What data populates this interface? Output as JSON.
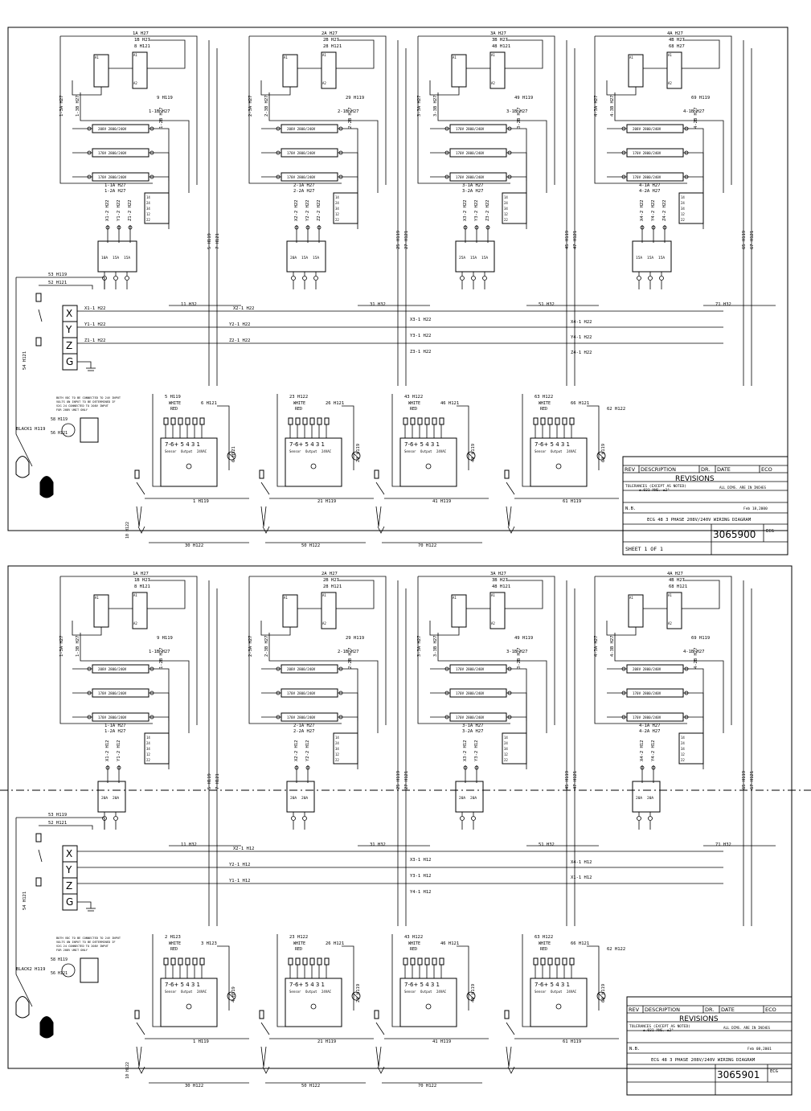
{
  "diagrams": [
    {
      "labels": {
        "ecg_number": "3065900",
        "sheet": "SHEET 1 OF 1",
        "title_line": "ECG 48 3 PHASE 208V/240V WIRING DIAGRAM",
        "date": "Feb 18,2000"
      },
      "fan_blocks": [
        {
          "top": [
            "1A H27",
            "1B H27",
            "8 H121"
          ],
          "mid": [
            "9 H119",
            "1-1B H27",
            "1-2B H27",
            "1-3A H27",
            "1-3B H27"
          ],
          "heaters": [
            "208V 2800/240V",
            "170V 2800/240V",
            "170V 2800/240V"
          ],
          "bottom": [
            "1-1A H27",
            "1-2A H27"
          ],
          "terms": [
            "X1-2 H22",
            "Y1-2 H22",
            "Z1-2 H22"
          ],
          "fuses": [
            "10A",
            "15A",
            "15A"
          ],
          "risers": [
            "5 H119",
            "7 H121"
          ]
        },
        {
          "top": [
            "2A H27",
            "2B H27",
            "28 H121"
          ],
          "mid": [
            "29 H119",
            "2-1B H27",
            "2-2B H27",
            "2-3A H27",
            "2-3B H27"
          ],
          "heaters": [
            "208V 2800/240V",
            "170V 2800/240V",
            "170V 2800/240V"
          ],
          "bottom": [
            "2-1A H27",
            "2-2A H27"
          ],
          "terms": [
            "X2-2 H22",
            "Y2-2 H22",
            "Z2-2 H22"
          ],
          "fuses": [
            "20A",
            "15A",
            "15A"
          ],
          "risers": [
            "25 H119",
            "27 H121"
          ]
        },
        {
          "top": [
            "3A H27",
            "3B H27",
            "48 H121"
          ],
          "mid": [
            "49 H119",
            "3-1B H27",
            "3-2B H27",
            "3-3A H27",
            "3-3B H27"
          ],
          "heaters": [
            "170V 2800/240V",
            "170V 2800/240V",
            "170V 2800/240V"
          ],
          "bottom": [
            "3-1A H27",
            "3-2A H27"
          ],
          "terms": [
            "X3-2 H22",
            "Y3-2 H22",
            "Z3-2 H22"
          ],
          "fuses": [
            "25A",
            "15A",
            "15A"
          ],
          "risers": [
            "45 H119",
            "47 H121"
          ]
        },
        {
          "top": [
            "4A H27",
            "4B H27",
            "68 H27"
          ],
          "mid": [
            "69 H119",
            "4-1B H27",
            "4-2B H27",
            "4-3A H27",
            "4-3B H27"
          ],
          "heaters": [
            "208V 2800/240V",
            "170V 2800/240V",
            "170V 2800/240V"
          ],
          "bottom": [
            "4-1A H27",
            "4-2A H27"
          ],
          "terms": [
            "X4-2 H22",
            "Y4-2 H22",
            "Z4-2 H22"
          ],
          "fuses": [
            "15A",
            "15A",
            "15A"
          ],
          "risers": [
            "65 H119",
            "67 H121"
          ]
        }
      ],
      "bus_labels": [
        "X2-1 H22",
        "X3-1 H22",
        "X4-1 H22",
        "Y2-1 H22",
        "Y3-1 H22",
        "Y4-1 H22",
        "Z2-1 H22",
        "Z3-1 H22",
        "Z4-1 H22",
        "X1-1 H22",
        "Y1-1 H22",
        "Z1-1 H22"
      ],
      "h32_labels": [
        "11 H32",
        "31 H32",
        "51 H32",
        "71 H32"
      ],
      "controllers": [
        {
          "top": [
            "5 H119",
            "6 H121"
          ],
          "side": "6 H121"
        },
        {
          "top": [
            "23 H122",
            "26 H121"
          ],
          "side": "24 H119"
        },
        {
          "top": [
            "43 H122",
            "46 H121"
          ],
          "side": "44 H119"
        },
        {
          "top": [
            "63 H122",
            "66 H121"
          ],
          "side": "64 H119"
        }
      ],
      "bottom_h119": [
        "1 H119",
        "21 H119",
        "41 H119",
        "61 H119"
      ],
      "bottom_h122": [
        "30 H122",
        "50 H122",
        "70 H122"
      ],
      "misc": {
        "h53": "53 H119",
        "h52": "52 H121",
        "h54": "54 H121",
        "h10": "10 H122",
        "h58": "58 H119",
        "h56": "56 H121",
        "h62": "62 H122",
        "white": "WHITE",
        "red": "RED"
      }
    },
    {
      "labels": {
        "ecg_number": "3065901",
        "sheet": "",
        "title_line": "ECG 48 3 PHASE 208V/240V WIRING DIAGRAM",
        "date": "Feb 08,2001"
      },
      "fan_blocks": [
        {
          "top": [
            "1A H27",
            "1B H27",
            "8 H121"
          ],
          "mid": [
            "9 H119",
            "1-1B H27",
            "1-2B H27",
            "1-3A H27",
            "1-3B H27"
          ],
          "heaters": [
            "208V 2800/240V",
            "170V 2800/240V",
            "170V 2800/240V"
          ],
          "bottom": [
            "1-1A H27",
            "1-2A H27"
          ],
          "terms": [
            "X1-2 H12",
            "Y1-2 H12"
          ],
          "fuses": [
            "20A",
            "20A"
          ],
          "risers": [
            "5 H119",
            "7 H121"
          ]
        },
        {
          "top": [
            "2A H27",
            "2B H27",
            "28 H121"
          ],
          "mid": [
            "29 H119",
            "2-1B H27",
            "2-2B H27",
            "2-3A H27",
            "2-3B H27"
          ],
          "heaters": [
            "208V 2800/240V",
            "170V 2800/240V",
            "170V 2800/240V"
          ],
          "bottom": [
            "2-1A H27",
            "2-2A H27"
          ],
          "terms": [
            "X2-2 H12",
            "Y2-2 H12"
          ],
          "fuses": [
            "20A",
            "20A"
          ],
          "risers": [
            "25 H119",
            "27 H121"
          ]
        },
        {
          "top": [
            "3A H27",
            "3B H27",
            "48 H121"
          ],
          "mid": [
            "49 H119",
            "3-1B H27",
            "3-2B H27",
            "3-3A H27",
            "3-3B H27"
          ],
          "heaters": [
            "170V 2800/240V",
            "170V 2800/240V",
            "170V 2800/240V"
          ],
          "bottom": [
            "3-1A H27",
            "3-2A H27"
          ],
          "terms": [
            "X3-2 H12",
            "Y3-2 H12"
          ],
          "fuses": [
            "20A",
            "20A"
          ],
          "risers": [
            "45 H119",
            "47 H121"
          ]
        },
        {
          "top": [
            "4A H27",
            "4B H27",
            "68 H121"
          ],
          "mid": [
            "69 H119",
            "4-1B H27",
            "4-2B H27",
            "4-3A H27",
            "4-3B H27"
          ],
          "heaters": [
            "208V 2800/240V",
            "170V 2800/240V",
            "170V 2800/240V"
          ],
          "bottom": [
            "4-1A H27",
            "4-2A H27"
          ],
          "terms": [
            "X4-2 H12",
            "Y4-2 H12"
          ],
          "fuses": [
            "20A",
            "20A"
          ],
          "risers": [
            "65 H119",
            "67 H121"
          ]
        }
      ],
      "bus_labels": [
        "X2-1 H12",
        "X3-1 H12",
        "X4-1 H12",
        "Y2-1 H12",
        "Y3-1 H12",
        "X1-1 H12",
        "Y1-1 H12",
        "Y4-1 H12"
      ],
      "h32_labels": [
        "11 H32",
        "31 H32",
        "51 H32",
        "71 H32"
      ],
      "controllers": [
        {
          "top": [
            "2 H123",
            "3 H123"
          ],
          "side": "4 H119"
        },
        {
          "top": [
            "23 H122",
            "26 H121"
          ],
          "side": "24 H119"
        },
        {
          "top": [
            "43 H122",
            "46 H121"
          ],
          "side": "44 H119"
        },
        {
          "top": [
            "63 H122",
            "66 H121"
          ],
          "side": "64 H119"
        }
      ],
      "bottom_h119": [
        "1 H119",
        "21 H119",
        "41 H119",
        "61 H119"
      ],
      "bottom_h122": [
        "30 H122",
        "50 H122",
        "70 H122"
      ],
      "misc": {
        "h53": "53 H119",
        "h52": "52 H121",
        "h54": "54 H121",
        "h10": "10 H122",
        "h58": "58 H119",
        "h56": "56 H121",
        "h62": "62 H122",
        "white": "WHITE",
        "red": "RED"
      }
    }
  ],
  "common": {
    "rev_headers": [
      "REV",
      "DESCRIPTION",
      "DR.",
      "DATE",
      "ECO"
    ],
    "revisions": "REVISIONS",
    "tolerances": "TOLERANCES (EXCEPT AS NOTED)",
    "tol_vals": "±.031        ANG. ±2°",
    "all_dims": "ALL DIMS. ARE IN INCHES",
    "nb": "N.B.",
    "eco": "ECG",
    "phases": [
      "X",
      "Y",
      "Z",
      "G"
    ],
    "black1": "BLACK1 H119",
    "black2": "BLACK2 H119",
    "terminal_row": "7-6+ 5 4  3 1",
    "terminal_sub": [
      "Sensor",
      "Output",
      "24VAC"
    ],
    "relay_pins": [
      "14",
      "24",
      "34",
      "12",
      "22",
      "32",
      "A1",
      "A2"
    ],
    "boxnote": [
      "BOTH VDC TO BE CONNECTED TO 24V INPUT",
      "VOLTS ON INPUT TO BE DETERMINED IF",
      "V2G 24 CONNECTED TO 208V INPUT",
      "FOR 208V UNIT ONLY"
    ]
  }
}
